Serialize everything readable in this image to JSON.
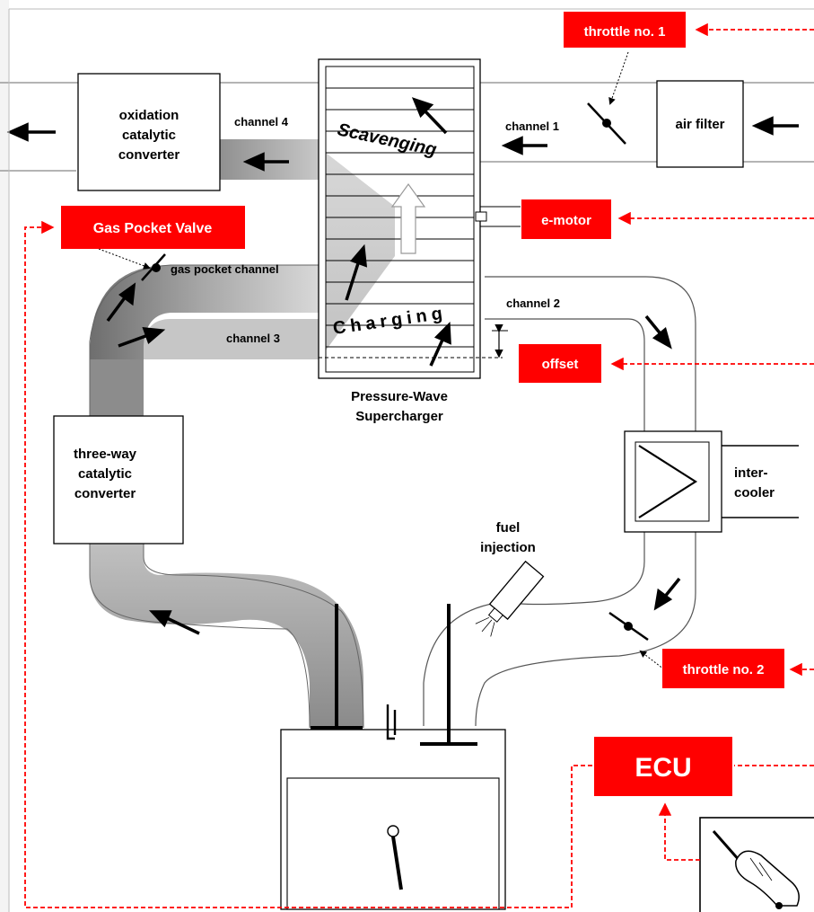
{
  "components": {
    "oxidation_catalyst": [
      "oxidation",
      "catalytic",
      "converter"
    ],
    "air_filter": "air filter",
    "three_way_catalyst": [
      "three-way",
      "catalytic",
      "converter"
    ],
    "intercooler": [
      "inter-",
      "cooler"
    ],
    "pws_caption": [
      "Pressure-Wave",
      "Supercharger"
    ],
    "fuel_injection": [
      "fuel",
      "injection"
    ]
  },
  "channels": {
    "channel1": "channel 1",
    "channel2": "channel 2",
    "channel3": "channel 3",
    "channel4": "channel 4",
    "gas_pocket_channel": "gas pocket channel"
  },
  "phases": {
    "scavenging": "Scavenging",
    "charging": "Charging"
  },
  "actuators": {
    "throttle1": "throttle no. 1",
    "e_motor": "e-motor",
    "gas_pocket_valve": "Gas Pocket Valve",
    "offset": "offset",
    "throttle2": "throttle no. 2",
    "ecu": "ECU"
  },
  "colors": {
    "control_red": "#ff0000",
    "exhaust_gray": "#a0a0a0",
    "line": "#000000"
  }
}
